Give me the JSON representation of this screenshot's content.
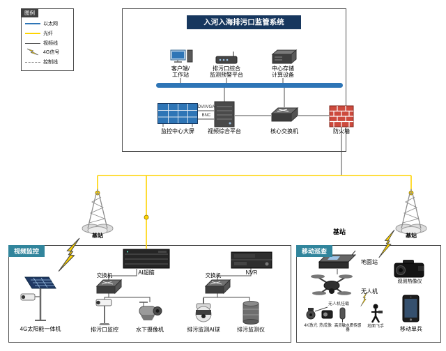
{
  "colors": {
    "bus_blue": "#2e75b6",
    "fiber_yellow": "#ffd400",
    "header_teal": "#31859c",
    "banner_navy": "#17375e",
    "firewall_red": "#cd4a3d"
  },
  "legend": {
    "title": "图例",
    "items": [
      {
        "label": "以太网"
      },
      {
        "label": "光纤"
      },
      {
        "label": "视频线"
      },
      {
        "label": "4G信号"
      },
      {
        "label": "控制线"
      }
    ]
  },
  "platform": {
    "title": "入河入海排污口监管系统",
    "workstation": "客户端/\n工作站",
    "warning_platform": "排污口综合\n监测预警平台",
    "storage": "中心存储\n计算设备",
    "big_screen": "监控中心大屏",
    "video_platform": "视频综合平台",
    "core_switch": "核心交换机",
    "firewall": "防火墙",
    "link_dvi": "DVI/VGA",
    "link_bnc": "BNC"
  },
  "stations": {
    "left": "基站",
    "middle": "基站",
    "right": "基站"
  },
  "video_box": {
    "title": "视频监控",
    "solar_camera": "4G太阳能一体机",
    "switch1": "交换机",
    "ai_brain": "AI超脑",
    "outlet_camera": "排污口监控",
    "underwater_camera": "水下摄像机",
    "switch2": "交换机",
    "nvr": "NVR",
    "ai_ball": "排污监测AI球",
    "meter": "排污监测仪"
  },
  "mobile_box": {
    "title": "移动巡查",
    "ground_station": "地面站",
    "thermal_imager": "观测热像仪",
    "drone": "无人机",
    "payload": "无人机挂载",
    "laser": "4K激光",
    "thermal": "热成像",
    "water_sensor": "高灵敏水质传感器",
    "pilot": "地面飞手",
    "mobile_unit": "移动单兵"
  }
}
